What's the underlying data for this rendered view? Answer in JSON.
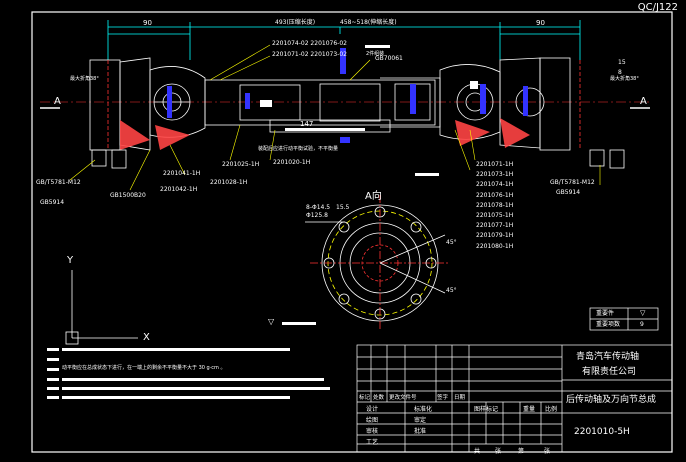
{
  "doc_code": "QC/J122",
  "dims": {
    "d90_left": "90",
    "d90_right": "90",
    "d_total": "493(压缩长度)",
    "d_range": "458~518(伸缩长度)",
    "d147": "147",
    "angle38_left": "最大折角38°",
    "angle38_right": "最大折角38°",
    "r15": "15",
    "r8": "8",
    "d_right_small": "Φ"
  },
  "section_marks": {
    "left": "A",
    "right": "A",
    "view_title": "A向"
  },
  "part_labels": {
    "top1": "2201074-02 2201076-02",
    "top2": "2201071-02 2201073-02",
    "top_mid": "GB70061",
    "top_small": "2件组装",
    "left_bottom1": "GB/T5781-M12",
    "left_bottom2": "GB5914",
    "left_mid1": "GB1500B20",
    "left_mid2": "2201041-1H",
    "left_mid3": "2201042-1H",
    "left_mid4": "2201025-1H",
    "left_mid5": "2201028-1H",
    "center_bottom": "2201020-1H",
    "center_note": "装配后应进行动平衡试验，不平衡量",
    "right_bottom1": "GB/T5781-M12",
    "right_bottom2": "GB5914",
    "right_list": [
      "2201071-1H",
      "2201073-1H",
      "2201074-1H",
      "2201076-1H",
      "2201078-1H",
      "2201075-1H",
      "2201077-1H",
      "2201079-1H",
      "2201080-1H"
    ],
    "flange_note1": "8-Φ14.5",
    "flange_note2": "Φ125.8",
    "flange_angle1": "45°",
    "flange_angle2": "45°",
    "flange_d": "15.5"
  },
  "axes": {
    "y": "Y",
    "x": "X"
  },
  "tech_notes": {
    "line1": "动平衡应在总成状态下进行，在一端上的剩余不平衡量不大于 30 g·cm 。"
  },
  "roughness": {
    "label": "重要件",
    "symbol": "▽",
    "label2": "重要项数",
    "value": "9"
  },
  "title_block": {
    "company1": "青岛汽车传动轴",
    "company2": "有限责任公司",
    "drawing_name": "后传动轴及万向节总成",
    "drawing_no": "2201010-5H",
    "rev_headers": [
      "标记",
      "处数",
      "更改文件号",
      "签字",
      "日期"
    ],
    "rows": [
      "设计",
      "标准化",
      "绘图",
      "审定",
      "审核",
      "批准",
      "工艺"
    ],
    "stage_headers": [
      "图样标记",
      "重量",
      "比例"
    ],
    "sheet": [
      "共",
      "张",
      "第",
      "张"
    ]
  }
}
